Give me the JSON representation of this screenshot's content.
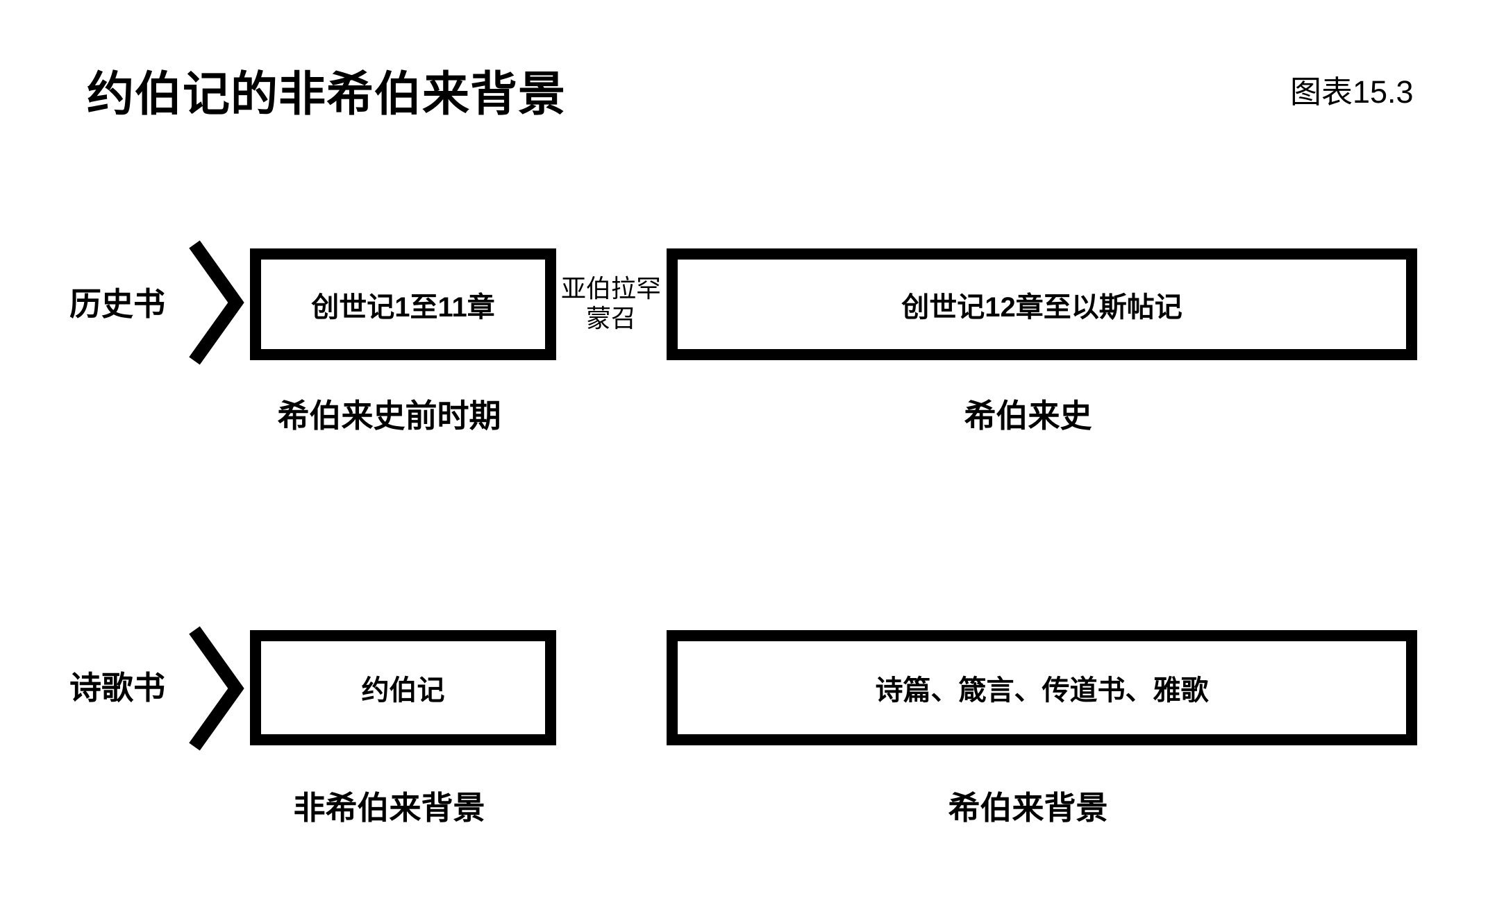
{
  "page": {
    "title": "约伯记的非希伯来背景",
    "figure_label": "图表15.3"
  },
  "colors": {
    "ink": "#000000",
    "background": "#ffffff"
  },
  "icons": {
    "category_pointer": "chevron-right"
  },
  "rows": [
    {
      "category_label": "历史书",
      "left_box_label": "创世记1至11章",
      "connector_lines": [
        "亚伯拉罕",
        "蒙召"
      ],
      "right_box_label": "创世记12章至以斯帖记",
      "left_caption": "希伯来史前时期",
      "right_caption": "希伯来史"
    },
    {
      "category_label": "诗歌书",
      "left_box_label": "约伯记",
      "right_box_label": "诗篇、箴言、传道书、雅歌",
      "left_caption": "非希伯来背景",
      "right_caption": "希伯来背景"
    }
  ]
}
